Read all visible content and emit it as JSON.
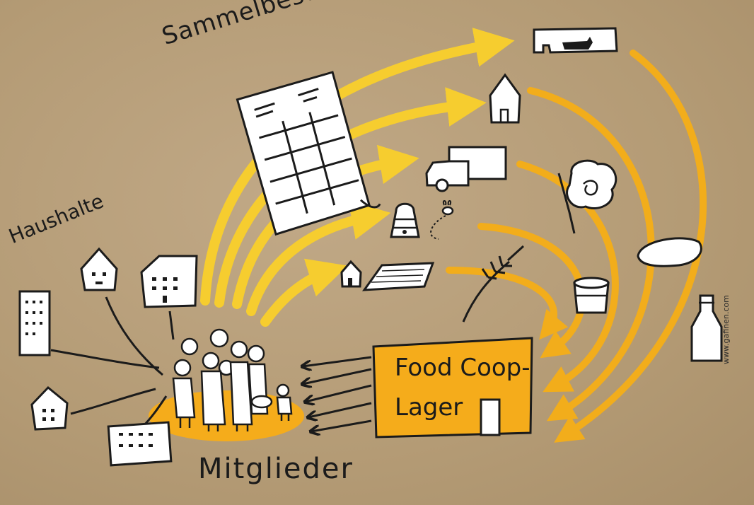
{
  "labels": {
    "order": "Sammelbestellung",
    "households": "Haushalte",
    "members": "Mitglieder",
    "warehouse_line1": "Food Coop-",
    "warehouse_line2": "Lager",
    "credit": "www.gafinen.com"
  },
  "colors": {
    "background": "#b59d77",
    "yellow_arrow": "#f6cd2f",
    "orange_arrow": "#f2ad1b",
    "warehouse_fill": "#f5ac1b",
    "ink": "#1b1b1b"
  },
  "icons": [
    "order-list-icon",
    "dairy-farm-icon",
    "farmhouse-icon",
    "truck-icon",
    "beehive-icon",
    "bee-icon",
    "field-icon",
    "lettuce-icon",
    "bread-icon",
    "grain-icon",
    "yogurt-cup-icon",
    "milk-bottle-icon",
    "apartment-icon",
    "house-icon",
    "members-group-icon"
  ]
}
